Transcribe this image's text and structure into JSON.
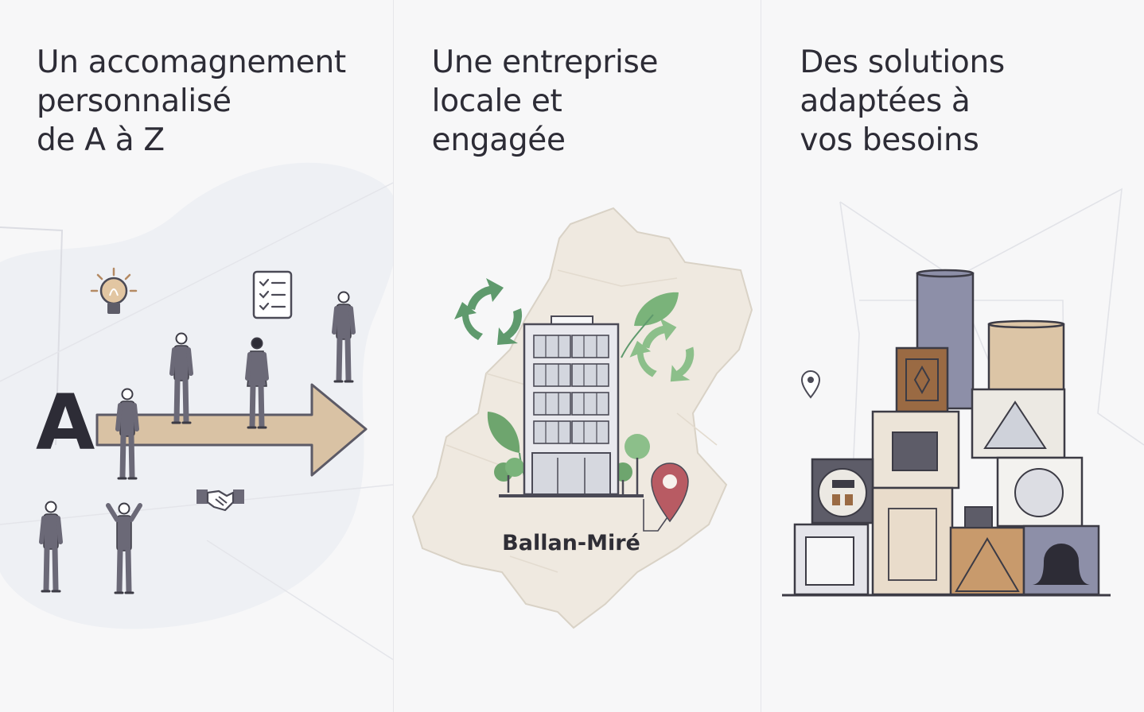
{
  "panels": [
    {
      "id": "accompaniment",
      "title_lines": [
        "Un accomagnement",
        "personnalisé",
        "de A à Z"
      ],
      "big_letter": "A",
      "icons": [
        "lightbulb-icon",
        "checklist-icon",
        "handshake-icon",
        "arrow-icon",
        "person-icon"
      ]
    },
    {
      "id": "local-company",
      "title_lines": [
        "Une entreprise",
        "locale et",
        "engagée"
      ],
      "location_label": "Ballan-Miré",
      "icons": [
        "recycle-icon",
        "leaf-icon",
        "building-icon",
        "tree-icon",
        "map-pin-icon"
      ]
    },
    {
      "id": "solutions",
      "title_lines": [
        "Des solutions",
        "adaptées à",
        "vos besoins"
      ],
      "icons": [
        "map-pin-icon",
        "cylinder-icon",
        "box-icon",
        "triangle-icon",
        "circle-icon",
        "bell-icon"
      ]
    }
  ],
  "colors": {
    "text": "#2d2c36",
    "figure": "#6b6977",
    "figure_dark": "#4b4a56",
    "arrow": "#d6bd9f",
    "map_fill": "#efe9e0",
    "green": "#5f9a6d",
    "green_light": "#8cbf8a",
    "pin_red": "#b85b63",
    "box_beige": "#e9dccb",
    "box_tan": "#d9c2a2",
    "box_brown": "#9a6a43",
    "box_slate": "#8d8fa8",
    "box_grey": "#e4e4ea"
  }
}
